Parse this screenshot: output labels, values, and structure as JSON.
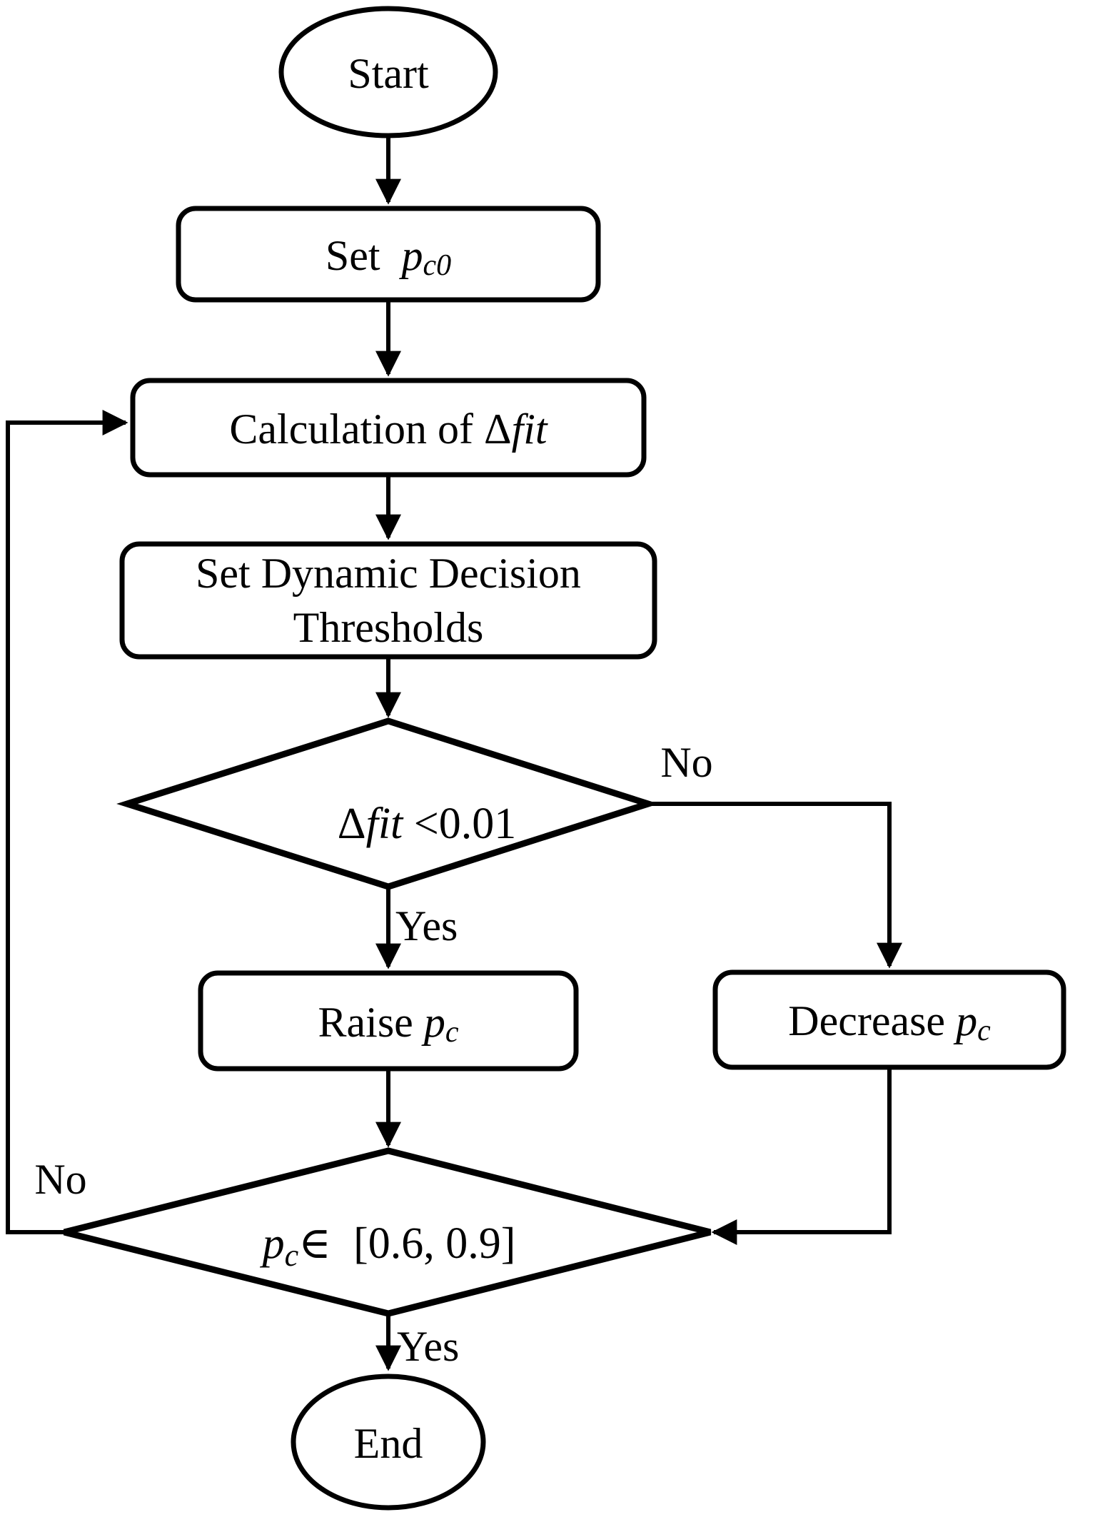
{
  "figure": {
    "kind": "flowchart",
    "background_color": "#ffffff",
    "stroke_color": "#000000"
  },
  "nodes": {
    "start": {
      "label": "Start"
    },
    "set_pc0": {
      "prefix": "Set  ",
      "var": "p",
      "sub": "c0"
    },
    "calc_fit": {
      "prefix": "Calculation of ",
      "delta": "Δ",
      "var": "fit"
    },
    "thresholds": {
      "line1": "Set Dynamic Decision",
      "line2": "Thresholds"
    },
    "decision_fit": {
      "delta": "Δ",
      "var": "fit",
      "cond": " <0.01"
    },
    "raise_pc": {
      "prefix": "Raise ",
      "var": "p",
      "sub": "c"
    },
    "decrease_pc": {
      "prefix": "Decrease ",
      "var": "p",
      "sub": "c"
    },
    "decision_pc": {
      "var": "p",
      "sub": "c",
      "rest": "∈  [0.6, 0.9]"
    },
    "end": {
      "label": "End"
    }
  },
  "edge_labels": {
    "fit_no": "No",
    "fit_yes": "Yes",
    "pc_no": "No",
    "pc_yes": "Yes"
  }
}
